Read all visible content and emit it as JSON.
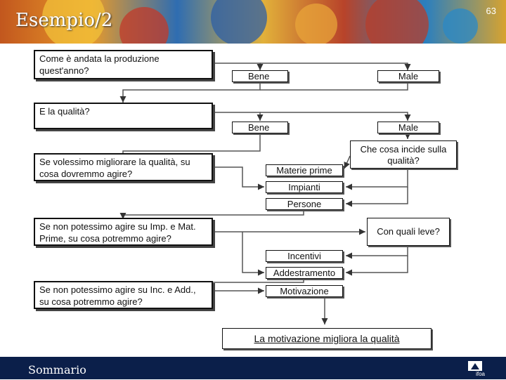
{
  "header": {
    "title": "Esempio/2",
    "page_number": "63"
  },
  "questions": [
    "Come è andata la produzione quest'anno?",
    "E la qualità?",
    "Se volessimo migliorare la qualità, su cosa dovremmo agire?",
    "Se non potessimo agire su Imp. e Mat. Prime, su cosa potremmo agire?",
    "Se non potessimo agire su Inc. e Add., su cosa potremmo agire?"
  ],
  "answers": {
    "row1": [
      "Bene",
      "Male"
    ],
    "row2": [
      "Bene",
      "Male"
    ],
    "incide": "Che cosa incide sulla qualità?",
    "factors": [
      "Materie prime",
      "Impianti",
      "Persone"
    ],
    "leve": "Con quali leve?",
    "levers": [
      "Incentivi",
      "Addestramento",
      "Motivazione"
    ]
  },
  "conclusion": "La motivazione migliora la qualità",
  "footer": {
    "link": "Sommario",
    "logo_text": "ifoa"
  },
  "colors": {
    "footer_bg": "#0b1f4a",
    "line": "#444444",
    "arrow": "#333333"
  }
}
